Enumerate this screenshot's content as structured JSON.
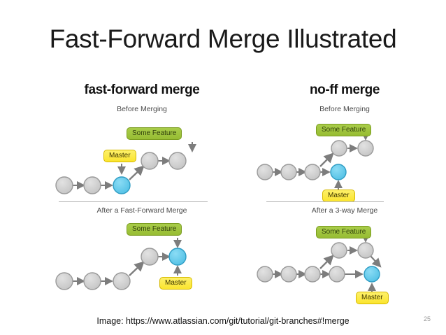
{
  "slide": {
    "title": "Fast-Forward Merge Illustrated",
    "source_caption": "Image: https://www.atlassian.com/git/tutorial/git-branches#!merge",
    "page_number": "25"
  },
  "colors": {
    "commit_grey": "#cccccc",
    "commit_grey_border": "#9a9a9a",
    "commit_blue": "#5bc8ea",
    "commit_blue_border": "#2f9dc4",
    "branch_label_green": "#9fc63e",
    "branch_label_green_border": "#7a9c1f",
    "branch_label_yellow": "#fbe52e",
    "branch_label_yellow_border": "#d6b900",
    "arrow_grey": "#7d7d7d",
    "divider_grey": "#b5b5b5",
    "title_text": "#1a1a1a"
  },
  "panels": [
    {
      "id": "fast-forward",
      "heading": "fast-forward merge",
      "stages": [
        {
          "id": "ff-before",
          "caption": "Before Merging",
          "labels": [
            {
              "id": "feature",
              "text": "Some Feature",
              "style": "green"
            },
            {
              "id": "master",
              "text": "Master",
              "style": "yellow"
            }
          ]
        },
        {
          "id": "ff-after",
          "caption": "After a Fast-Forward Merge",
          "labels": [
            {
              "id": "feature",
              "text": "Some Feature",
              "style": "green"
            },
            {
              "id": "master",
              "text": "Master",
              "style": "yellow"
            }
          ]
        }
      ]
    },
    {
      "id": "no-ff",
      "heading": "no-ff merge",
      "stages": [
        {
          "id": "noff-before",
          "caption": "Before Merging",
          "labels": [
            {
              "id": "feature",
              "text": "Some Feature",
              "style": "green"
            },
            {
              "id": "master",
              "text": "Master",
              "style": "yellow"
            }
          ]
        },
        {
          "id": "noff-after",
          "caption": "After a 3-way Merge",
          "labels": [
            {
              "id": "feature",
              "text": "Some Feature",
              "style": "green"
            },
            {
              "id": "master",
              "text": "Master",
              "style": "yellow"
            }
          ]
        }
      ]
    }
  ]
}
